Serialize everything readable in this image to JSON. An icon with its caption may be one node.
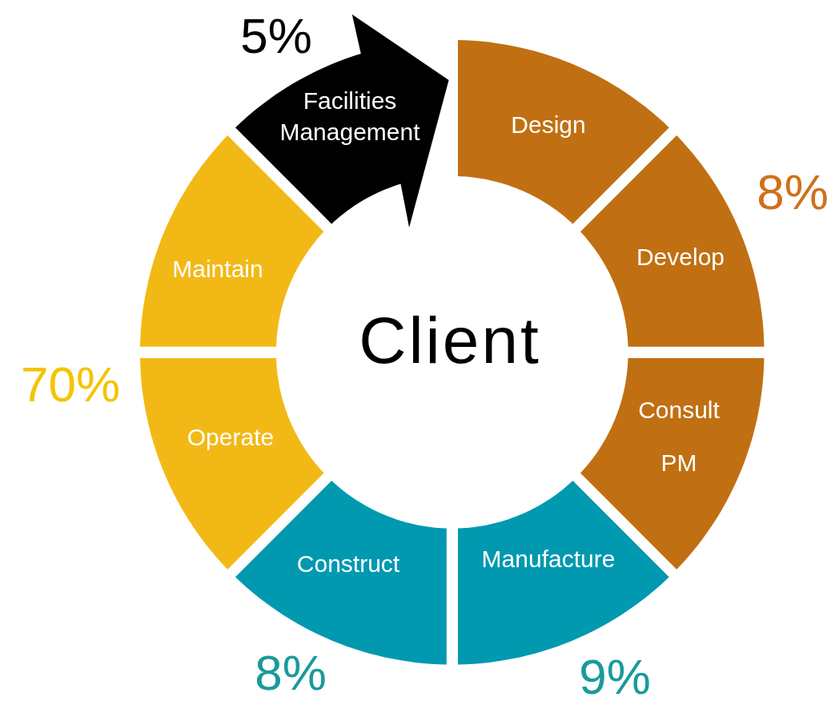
{
  "diagram": {
    "nodes": [
      {
        "text": [
          "Facilities Management"
        ]
      },
      {
        "text": [
          "Design"
        ]
      },
      {
        "text": [
          "Develop"
        ]
      },
      {
        "text": [
          "Consult PM"
        ]
      },
      {
        "text": [
          "Manufacture"
        ]
      },
      {
        "text": [
          "Construct"
        ]
      },
      {
        "text": [
          "Operate"
        ]
      },
      {
        "text": [
          "Maintain"
        ]
      }
    ],
    "labels": [
      "5%",
      "8%",
      "Client",
      "70%",
      "8%",
      "9%"
    ]
  }
}
